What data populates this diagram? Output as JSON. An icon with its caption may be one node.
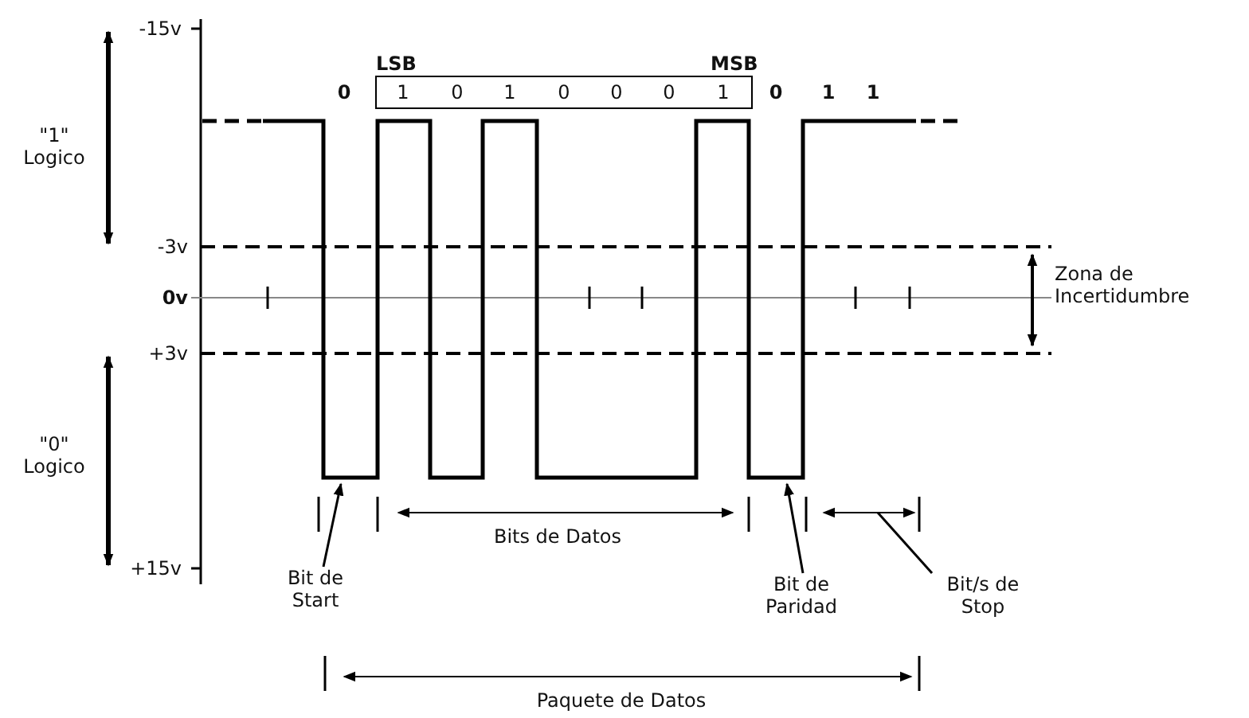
{
  "diagram": {
    "nodes": [
      {
        "text": [
          "Bit de Start"
        ]
      },
      {
        "text": [
          "Bit de Paridad"
        ]
      },
      {
        "text": [
          "Bit/s de Stop"
        ]
      }
    ],
    "edges": [
      {
        "from": 0,
        "to": null,
        "arrow": "to"
      },
      {
        "from": 1,
        "to": null,
        "arrow": "to"
      },
      {
        "from": 2,
        "to": null,
        "arrow": "none"
      }
    ],
    "labels": [
      "-15v",
      "LSB",
      "MSB",
      "0",
      "1",
      "0",
      "1",
      "0",
      "0",
      "0",
      "1",
      "0",
      "1",
      "1",
      "\"1\" Logico",
      "-3v",
      "0v",
      "Zona de Incertidumbre",
      "+3v",
      "\"0\" Logico",
      "Bits de Datos",
      "+15v",
      "Paquete de Datos"
    ]
  }
}
